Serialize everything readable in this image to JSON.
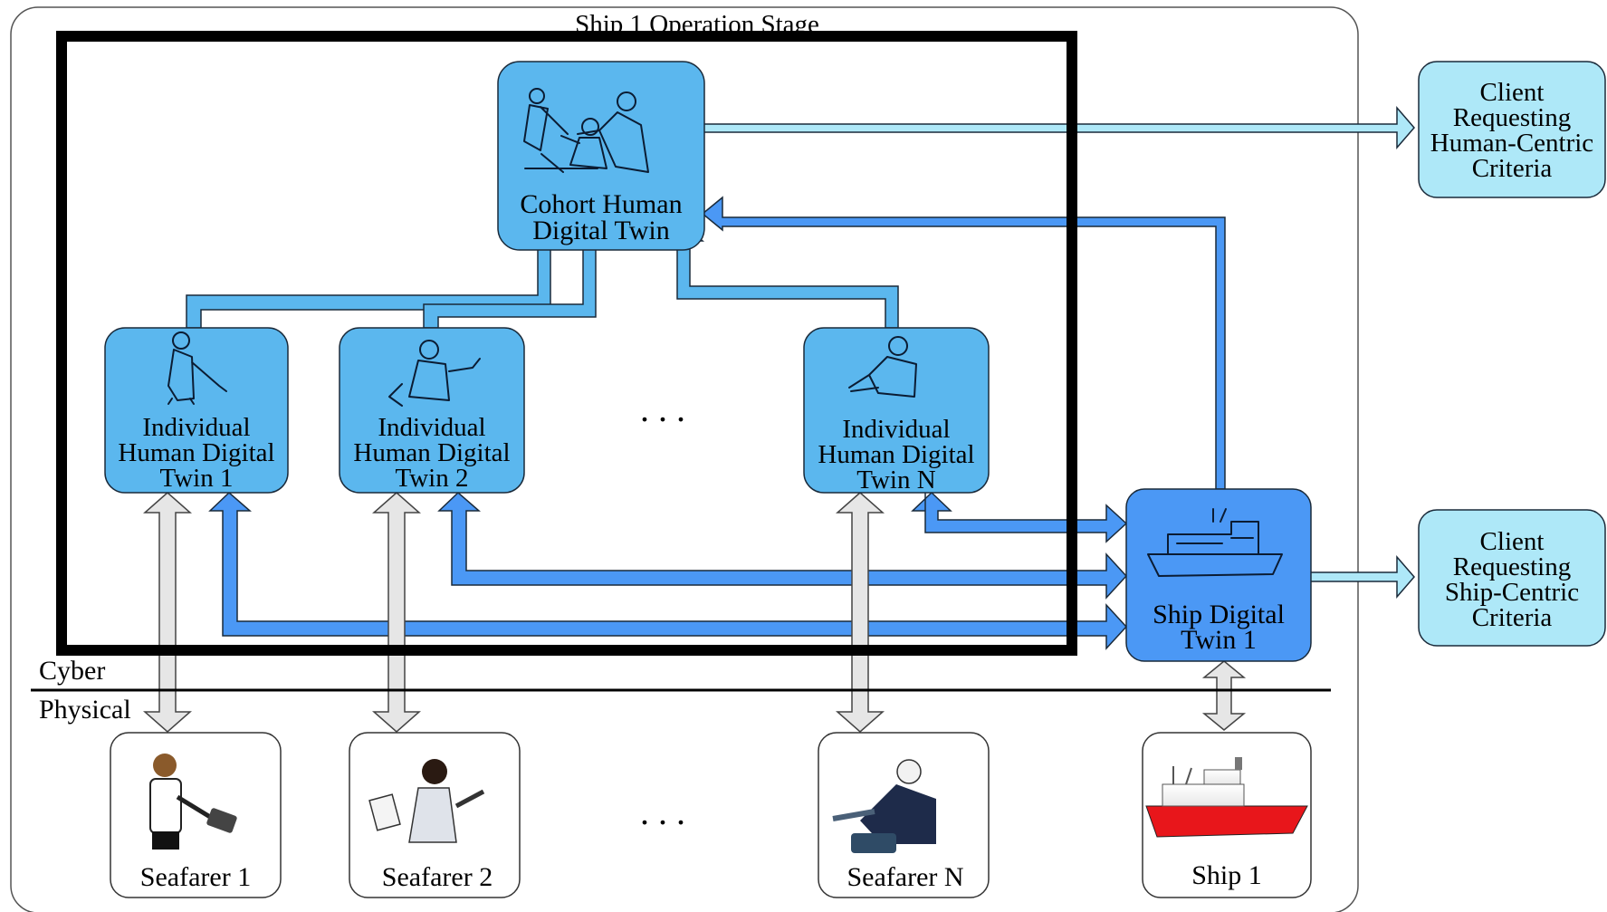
{
  "stage_title": "Ship 1 Operation Stage",
  "layers": {
    "cyber": "Cyber",
    "physical": "Physical"
  },
  "cohort": {
    "line1": "Cohort Human",
    "line2": "Digital Twin",
    "icon": "team-meeting-icon"
  },
  "individuals": [
    {
      "line1": "Individual",
      "line2": "Human Digital",
      "line3": "Twin 1",
      "icon": "officer-tablet-icon"
    },
    {
      "line1": "Individual",
      "line2": "Human Digital",
      "line3": "Twin 2",
      "icon": "woman-document-icon"
    },
    {
      "line1": "Individual",
      "line2": "Human Digital",
      "line3": "Twin N",
      "icon": "technician-icon"
    }
  ],
  "ship_twin": {
    "line1": "Ship Digital",
    "line2": "Twin 1",
    "icon": "ship-icon"
  },
  "clients": [
    {
      "lines": [
        "Client",
        "Requesting",
        "Human-Centric",
        "Criteria"
      ]
    },
    {
      "lines": [
        "Client",
        "Requesting",
        "Ship-Centric",
        "Criteria"
      ]
    }
  ],
  "physical_entities": [
    {
      "label": "Seafarer 1",
      "icon": "seafarer-officer-icon"
    },
    {
      "label": "Seafarer 2",
      "icon": "seafarer-woman-icon"
    },
    {
      "label": "Seafarer N",
      "icon": "seafarer-technician-icon"
    },
    {
      "label": "Ship 1",
      "icon": "red-ship-icon"
    }
  ],
  "ellipsis": ". . .",
  "colors": {
    "twin_fill": "#5bb7ee",
    "ship_twin_fill": "#4b98f5",
    "client_fill": "#aee8f8",
    "arrow_light_blue": "#5bb7ee",
    "arrow_blue": "#4b98f5",
    "arrow_cyan": "#aee8f8",
    "arrow_gray": "#e6e6e6",
    "ship_hull_red": "#e8161b"
  }
}
